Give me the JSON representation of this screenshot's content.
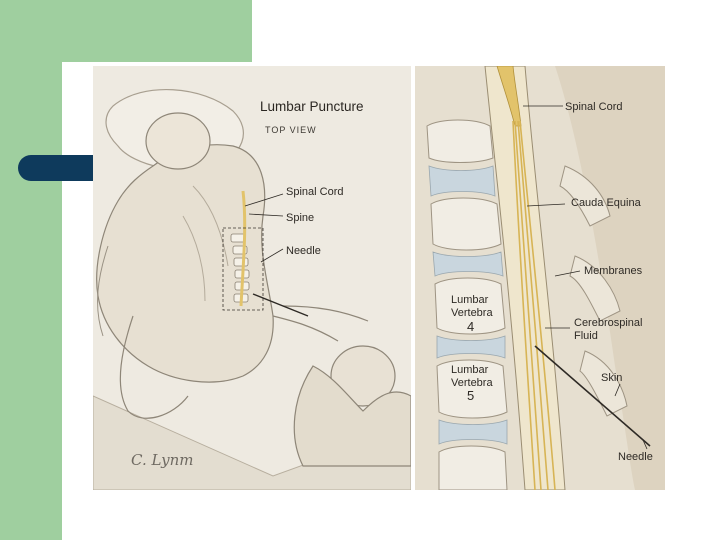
{
  "slide": {
    "colors": {
      "green_band": "#9fcf9f",
      "navy_pill": "#0e3a5c",
      "card": "#ffffff",
      "nerve_yellow": "#e2c36b"
    }
  },
  "illustration": {
    "left_panel": {
      "title": "Lumbar Puncture",
      "subtitle": "TOP VIEW",
      "labels": {
        "spinal_cord": "Spinal Cord",
        "spine": "Spine",
        "needle": "Needle"
      },
      "signature": "C. Lynm"
    },
    "right_panel": {
      "labels": {
        "spinal_cord": "Spinal Cord",
        "cauda_equina": "Cauda Equina",
        "membranes": "Membranes",
        "lumbar4_line1": "Lumbar",
        "lumbar4_line2": "Vertebra",
        "lumbar4_num": "4",
        "csf_line1": "Cerebrospinal",
        "csf_line2": "Fluid",
        "lumbar5_line1": "Lumbar",
        "lumbar5_line2": "Vertebra",
        "lumbar5_num": "5",
        "skin": "Skin",
        "needle": "Needle"
      }
    }
  }
}
